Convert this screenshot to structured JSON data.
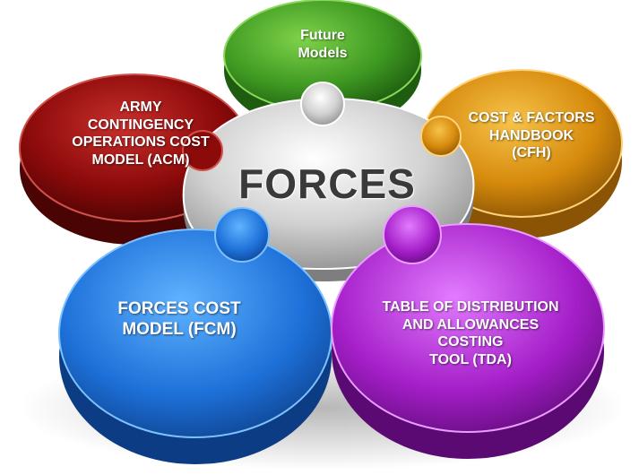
{
  "center": {
    "label": "FORCES",
    "color": "#c7c7c7"
  },
  "pieces": {
    "future": {
      "lines": [
        "Future",
        "Models"
      ],
      "color": "#3f9a22"
    },
    "acm": {
      "lines": [
        "ARMY",
        "CONTINGENCY",
        "OPERATIONS COST",
        "MODEL (ACM)"
      ],
      "color": "#8b0a0a"
    },
    "cfh": {
      "lines": [
        "COST & FACTORS",
        "HANDBOOK",
        "(CFH)"
      ],
      "color": "#d68a0c"
    },
    "fcm": {
      "lines": [
        "FORCES COST",
        "MODEL (FCM)"
      ],
      "color": "#1d70d8"
    },
    "tda": {
      "lines": [
        "TABLE OF DISTRIBUTION",
        "AND ALLOWANCES",
        "COSTING",
        "TOOL (TDA)"
      ],
      "color": "#a41ec8"
    }
  }
}
